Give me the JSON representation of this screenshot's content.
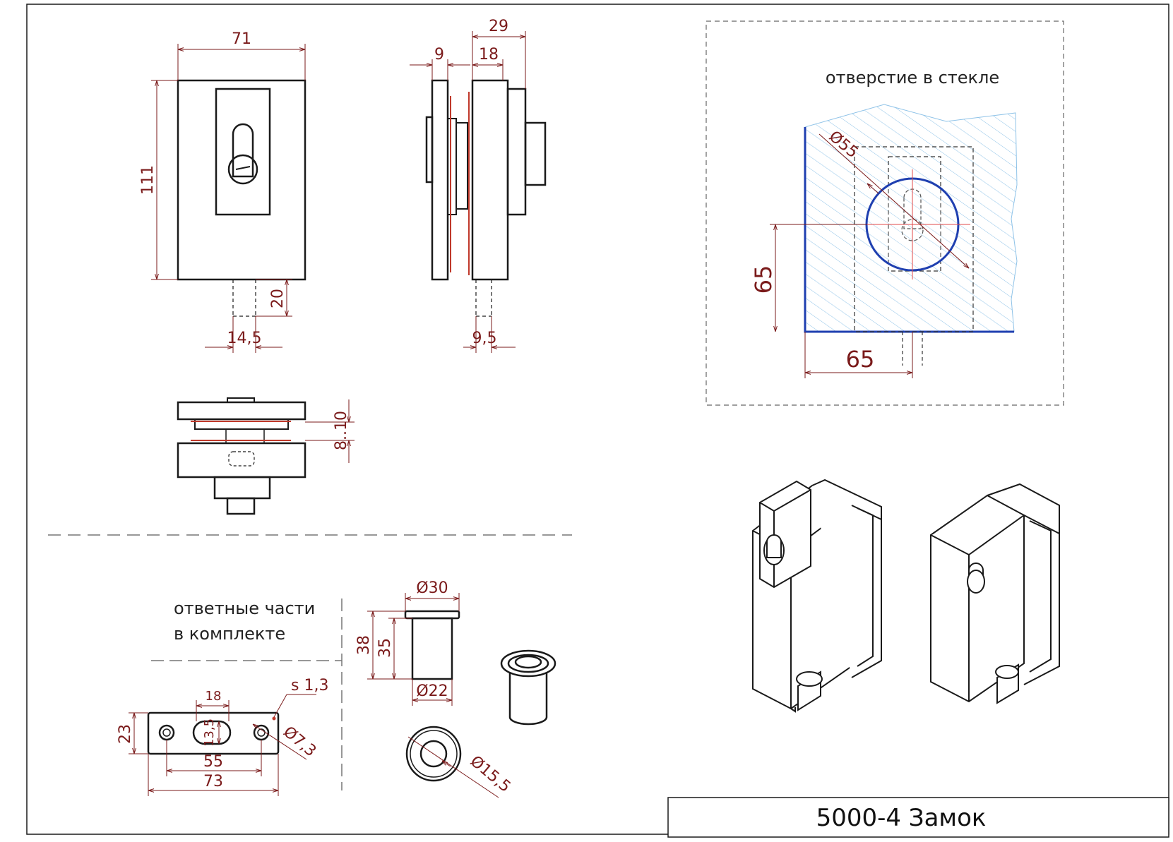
{
  "title_block": {
    "text": "5000-4 Замок"
  },
  "notes": {
    "glass_hole": "отверстие в стекле",
    "counterparts_line1": "ответные части",
    "counterparts_line2": "в комплекте"
  },
  "dimensions": {
    "front_width": "71",
    "front_height": "111",
    "bolt_length": "20",
    "bolt_offset": "14,5",
    "side_total": "29",
    "side_plate": "9",
    "side_body": "18",
    "side_bolt": "9,5",
    "glass_gap": "8..10",
    "hole_diameter": "Ø55",
    "hole_vertical": "65",
    "hole_horizontal": "65",
    "bushing_outer": "Ø30",
    "bushing_inner": "Ø22",
    "bushing_total_h": "38",
    "bushing_body_h": "35",
    "ring_diameter": "Ø15,5",
    "strike_width": "73",
    "strike_hole_spacing": "55",
    "strike_slot_w": "18",
    "strike_slot_h": "13,5",
    "strike_height": "23",
    "strike_thickness": "s 1,3",
    "strike_hole_d": "Ø7,3"
  },
  "colors": {
    "line": "#1a1a1a",
    "dimension": "#7a1a1a",
    "glass_edge": "#1f3fb0",
    "glass_hatch": "#8fc3e8",
    "seal": "#c0392b",
    "center": "#e04a4a"
  }
}
